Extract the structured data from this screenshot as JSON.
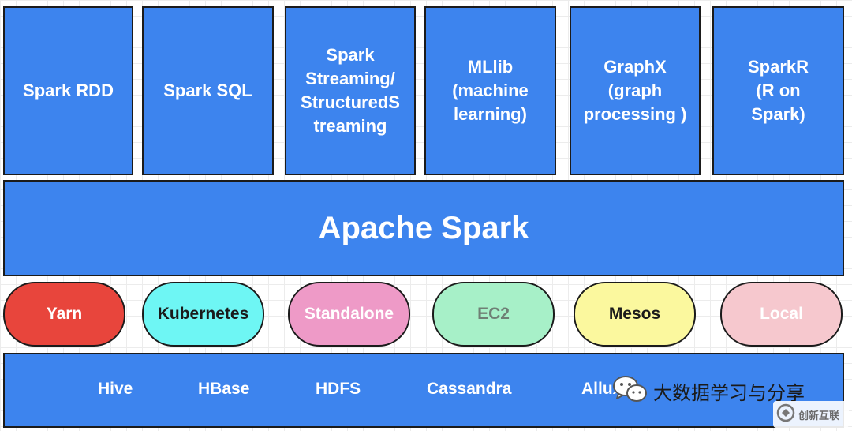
{
  "modules": [
    {
      "label": "Spark RDD"
    },
    {
      "label": "Spark SQL"
    },
    {
      "label": "Spark\nStreaming/\nStructuredS\ntreaming"
    },
    {
      "label": "MLlib\n(machine\nlearning)"
    },
    {
      "label": "GraphX\n(graph\nprocessing )"
    },
    {
      "label": "SparkR\n(R on\nSpark)"
    }
  ],
  "core": {
    "label": "Apache Spark"
  },
  "cluster_managers": [
    {
      "label": "Yarn",
      "fill": "#e8453c",
      "text_color": "#ffffff"
    },
    {
      "label": "Kubernetes",
      "fill": "#6ef6f4",
      "text_color": "#1a1a1a"
    },
    {
      "label": "Standalone",
      "fill": "#ee9ac7",
      "text_color": "#ffffff"
    },
    {
      "label": "EC2",
      "fill": "#a7f0c8",
      "text_color": "#6f7f75"
    },
    {
      "label": "Mesos",
      "fill": "#fbf89e",
      "text_color": "#1a1a1a"
    },
    {
      "label": "Local",
      "fill": "#f6c8ce",
      "text_color": "#ffffff"
    }
  ],
  "storage": [
    {
      "label": "Hive"
    },
    {
      "label": "HBase"
    },
    {
      "label": "HDFS"
    },
    {
      "label": "Cassandra"
    },
    {
      "label": "Allux"
    }
  ],
  "watermark": {
    "wechat_text": "大数据学习与分享",
    "badge_text": "创新互联",
    "icon": "wechat-icon"
  },
  "colors": {
    "block": "#3d84ee",
    "border": "#1b1b1b"
  }
}
